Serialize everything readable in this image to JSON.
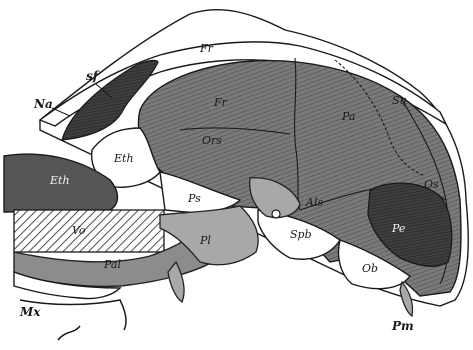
{
  "labels": {
    "fr_top": "Fr",
    "sf": "sf",
    "na": "Na",
    "fr_inner": "Fr",
    "pa": "Pa",
    "sq": "Sq",
    "eth": "Eth",
    "ors": "Ors",
    "os": "Os",
    "eth2": "Eth",
    "ps": "Ps",
    "als": "Als",
    "pe": "Pe",
    "vo": "Vo",
    "pl": "Pl",
    "spb": "Spb",
    "ob": "Ob",
    "pal": "Pal",
    "mx": "Mx",
    "pm": "Pm"
  }
}
